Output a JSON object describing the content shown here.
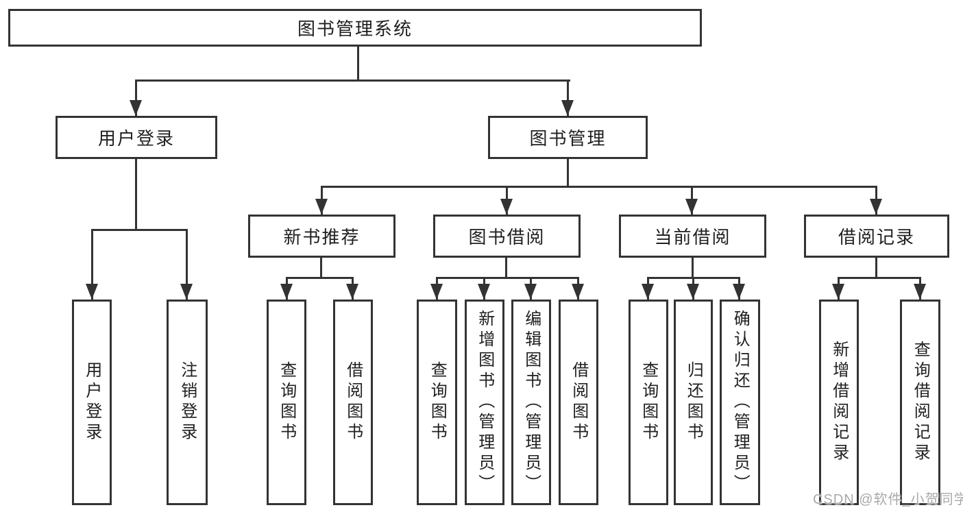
{
  "diagram": {
    "title": "图书管理系统",
    "branches": [
      {
        "label": "用户登录",
        "children": [
          {
            "label": "用户登录"
          },
          {
            "label": "注销登录"
          }
        ]
      },
      {
        "label": "图书管理",
        "children": [
          {
            "label": "新书推荐",
            "children": [
              {
                "label": "查询图书"
              },
              {
                "label": "借阅图书"
              }
            ]
          },
          {
            "label": "图书借阅",
            "children": [
              {
                "label": "查询图书"
              },
              {
                "label": "新增图书（管理员）"
              },
              {
                "label": "编辑图书（管理员）"
              },
              {
                "label": "借阅图书"
              }
            ]
          },
          {
            "label": "当前借阅",
            "children": [
              {
                "label": "查询图书"
              },
              {
                "label": "归还图书"
              },
              {
                "label": "确认归还（管理员）"
              }
            ]
          },
          {
            "label": "借阅记录",
            "children": [
              {
                "label": "新增借阅记录"
              },
              {
                "label": "查询借阅记录"
              }
            ]
          }
        ]
      }
    ]
  },
  "watermark": {
    "text": "CSDN @软件_小贺同学"
  },
  "colors": {
    "line": "#333333",
    "text": "#1f1f1f",
    "background": "#ffffff",
    "watermark": "#a9a9a9"
  }
}
